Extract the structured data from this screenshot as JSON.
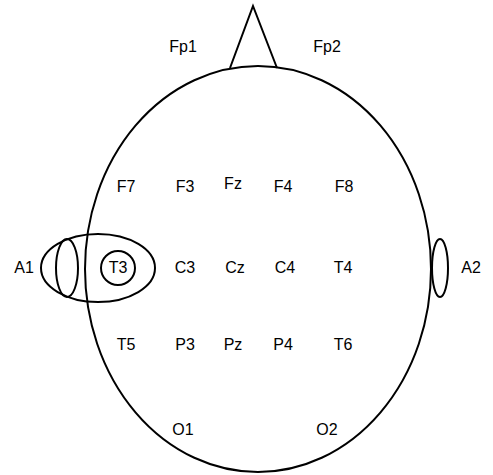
{
  "diagram": {
    "nodes": [
      {
        "text": [
          "A1"
        ]
      },
      {
        "text": [
          "T3"
        ]
      },
      {
        "text": [
          "A2"
        ]
      }
    ],
    "labels": [
      "Fp1",
      "Fp2",
      "F7",
      "F3",
      "Fz",
      "F4",
      "F8",
      "C3",
      "Cz",
      "C4",
      "T4",
      "T5",
      "P3",
      "Pz",
      "P4",
      "T6",
      "O1",
      "O2"
    ]
  }
}
